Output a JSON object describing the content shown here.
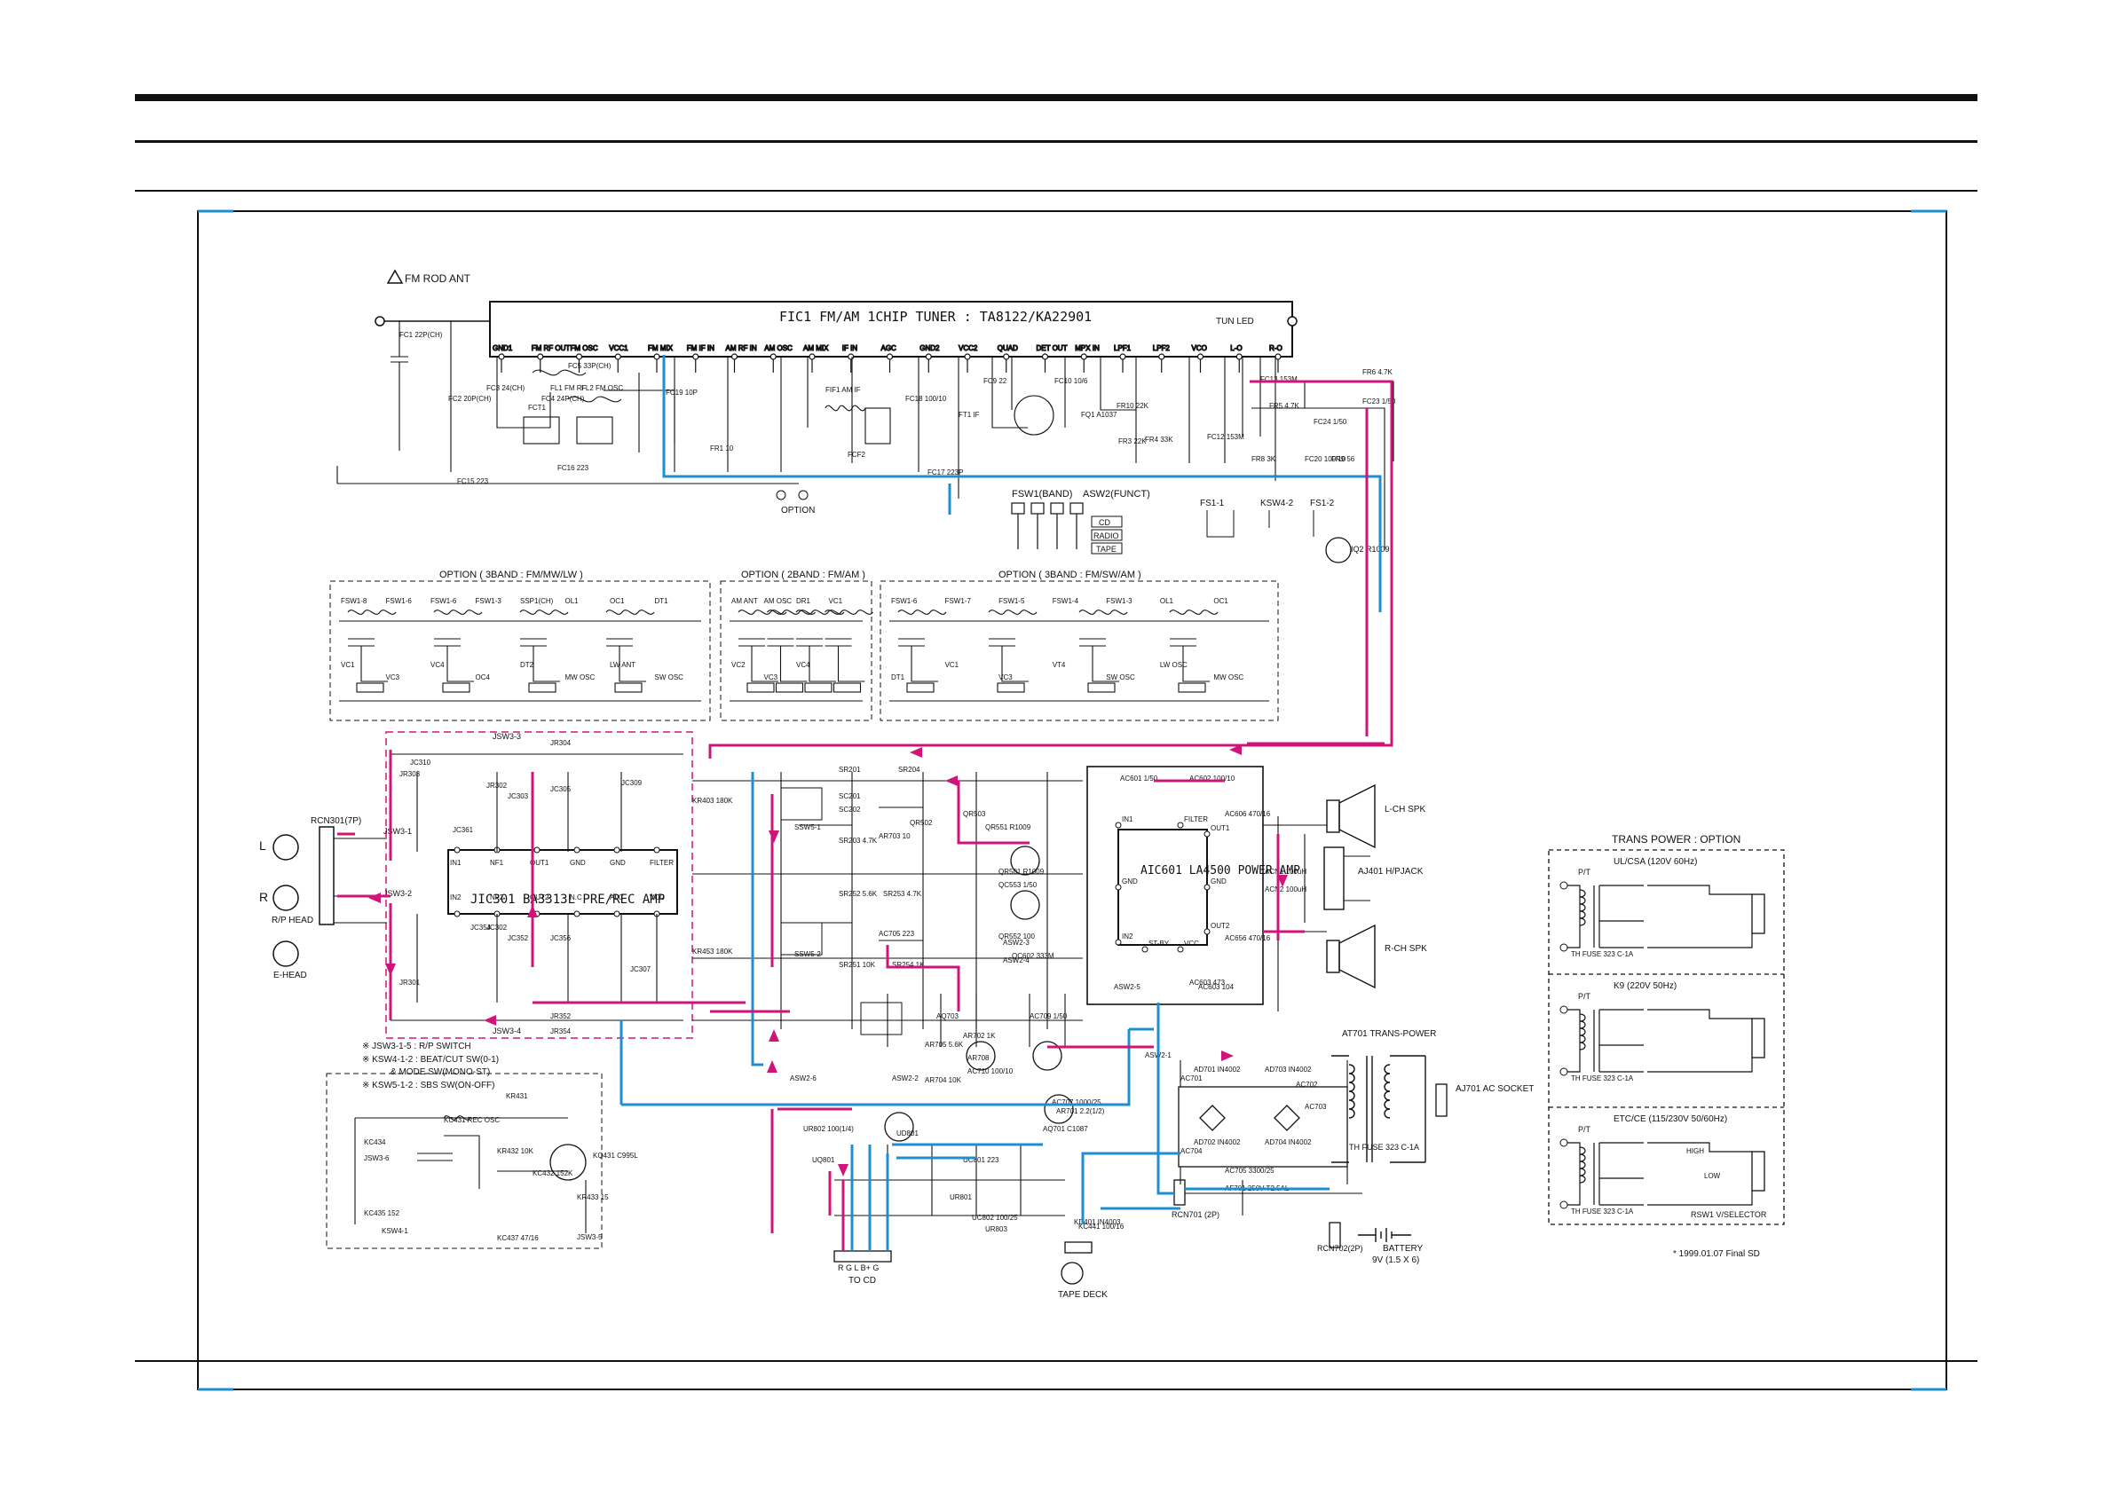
{
  "colors": {
    "ink": "#111111",
    "blue_trace": "#1d8fd0",
    "magenta_trace": "#d0157a",
    "paper": "#ffffff"
  },
  "tuner": {
    "antenna_label": "FM ROD ANT",
    "chip_title": "FIC1 FM/AM 1CHIP TUNER : TA8122/KA22901",
    "tun_led_label": "TUN LED",
    "option_label": "OPTION",
    "pins": [
      "GND1",
      "FM RF OUT",
      "FM OSC",
      "VCC1",
      "FM MIX",
      "FM IF IN",
      "AM RF IN",
      "AM OSC",
      "AM MIX",
      "IF IN",
      "AGC",
      "GND2",
      "VCC2",
      "QUAD",
      "DET OUT",
      "MPX IN",
      "LPF1",
      "LPF2",
      "VCO",
      "L-O",
      "R-O"
    ],
    "components": [
      "FC1 22P(CH)",
      "FC2 20P(CH)",
      "FC3 24(CH)",
      "FCT1",
      "FC4 24P(CH)",
      "FL1 FM RF",
      "FL2 FM OSC",
      "FC5 33P(CH)",
      "FC16 223",
      "FC15 223",
      "FC19 10P",
      "FR1 10",
      "FIF1 AM IF",
      "FCF2",
      "FC17 223P",
      "FC18 100/10",
      "FT1 IF",
      "FC9 22",
      "FC10 10/6",
      "FQ1 A1037",
      "FR3 22K",
      "FR4 33K",
      "FR10 22K",
      "FC12 153M",
      "FC13 153M",
      "FR5 4.7K",
      "FR6 4.7K",
      "FC23 1/50",
      "FC24 1/50",
      "FR8 3K",
      "FC20 100/10",
      "FR9 56"
    ]
  },
  "switches": {
    "fsw_label": "FSW1(BAND)",
    "asw_label": "ASW2(FUNCT)",
    "modes": [
      "CD",
      "RADIO",
      "TAPE"
    ],
    "fs1_1": "FS1-1",
    "fs1_2": "FS1-2",
    "ksw4_2": "KSW4-2",
    "iq2": "IQ2 R1009"
  },
  "options": [
    {
      "title": "OPTION ( 3BAND : FM/MW/LW )",
      "labels": [
        "FSW1-8",
        "FSW1-6",
        "FSW1-6",
        "FSW1-3",
        "SSP1(CH)",
        "OL1",
        "OC1",
        "DT1",
        "VC1",
        "VC3",
        "VC4",
        "OC4",
        "DT2",
        "MW OSC",
        "LW ANT",
        "SW OSC"
      ]
    },
    {
      "title": "OPTION ( 2BAND : FM/AM )",
      "labels": [
        "AM ANT",
        "AM OSC",
        "DR1",
        "VC1",
        "VC2",
        "VC3",
        "VC4"
      ]
    },
    {
      "title": "OPTION ( 3BAND : FM/SW/AM )",
      "labels": [
        "FSW1-6",
        "FSW1-7",
        "FSW1-5",
        "FSW1-4",
        "FSW1-3",
        "OL1",
        "OC1",
        "DT1",
        "VC1",
        "VC3",
        "VT4",
        "SW OSC",
        "LW OSC",
        "MW OSC"
      ]
    }
  ],
  "preamp": {
    "chip_label": "JIC301  BA3313L PRE/REC AMP",
    "pins": [
      "IN1",
      "NF1",
      "OUT1",
      "GND",
      "GND",
      "FILTER",
      "IN2",
      "NF2",
      "OUT2",
      "N.C",
      "ALC",
      "VCC"
    ],
    "connector": "RCN301(7P)",
    "left": "L",
    "right": "R",
    "rp_head": "R/P HEAD",
    "e_head": "E-HEAD",
    "jsw_labels": [
      "JSW3-3",
      "JSW3-1",
      "JSW3-2",
      "JSW3-4"
    ],
    "components": [
      "JR304",
      "JR302",
      "JC303",
      "JC305",
      "JC310",
      "JC361",
      "JC302",
      "JC352",
      "JC354",
      "JC356",
      "JR352",
      "JR354",
      "JC309",
      "JC307",
      "JR301",
      "JR303"
    ]
  },
  "notes": [
    "※ JSW3-1-5 : R/P SWITCH",
    "※ KSW4-1-2 : BEAT/CUT SW(0-1)",
    "& MODE SW(MONO-ST)",
    "※ KSW5-1-2 : SBS SW(ON-OFF)"
  ],
  "poweramp": {
    "chip_label": "AIC601 LA4500 POWER AMP",
    "pins": [
      "IN1",
      "GND",
      "IN2",
      "ST-BY",
      "VCC",
      "OUT2",
      "OUT1",
      "FILTER",
      "GND"
    ],
    "lch_spk": "L-CH SPK",
    "rch_spk": "R-CH SPK",
    "hp_jack": "AJ401 H/PJACK",
    "components": [
      "AC601 1/50",
      "AC602 100/10",
      "AC603 104",
      "AC606 470/16",
      "AC656 470/16",
      "ACN1 100uH",
      "ACN2 100uH",
      "AC603 473",
      "KR403 180K",
      "KR453 180K",
      "SR201",
      "SR204",
      "SC201",
      "SC202",
      "SR203 4.7K",
      "SR252 5.6K",
      "SR253 4.7K",
      "SR251 10K",
      "SR254 1K",
      "QC602 333M",
      "QR502",
      "QR503",
      "QR551 R1009",
      "QR501 R1009",
      "QC553 1/50",
      "QR552 100",
      "ASW2-3",
      "ASW2-4",
      "SSW5-1",
      "SSW5-2",
      "AR703 10",
      "AC705 223",
      "AC709 1/50"
    ]
  },
  "recosc": {
    "components": [
      "KR431",
      "KC431 REC OSC",
      "KR432 10K",
      "KC432 152K",
      "KQ431 C995L",
      "KR433 15",
      "KC434",
      "KC435 152",
      "KC437 47/16",
      "KSW4-1",
      "JSW3-6",
      "JSW3-5"
    ]
  },
  "regulator": {
    "components": [
      "AR705 5.6K",
      "AR704 10K",
      "AQ703",
      "AR702 1K",
      "AR708",
      "AC710 100/10",
      "AQ701 C1087",
      "AR701 2.2(1/2)",
      "AC707 1000/25",
      "ASW2-2",
      "ASW2-1",
      "ASW2-5",
      "ASW2-6",
      "UR801",
      "UR802 100(1/4)",
      "UC801 223",
      "UC802 100/25",
      "UR803",
      "UQ801",
      "UD801",
      "KC441 100/16"
    ],
    "to_cd": "TO CD",
    "to_cd_pins": "R G L B+ G",
    "tape_deck": "TAPE DECK"
  },
  "power": {
    "transformer": "AT701 TRANS-POWER",
    "socket": "AJ701 AC SOCKET",
    "diodes": [
      "AD701 IN4002",
      "AD702 IN4002",
      "AD703 IN4002",
      "AD704 IN4002"
    ],
    "caps": [
      "AC701",
      "AC702",
      "AC703",
      "AC704",
      "AC705 3300/25",
      "AF701 250V T2.5AL"
    ],
    "fuse_note": "TH FUSE 323 C-1A",
    "rcn701": "RCN701 (2P)",
    "rcn702": "RCN702(2P)",
    "battery": "BATTERY",
    "battery_spec": "9V (1.5 X 6)",
    "kd401": "KD401 IN4003"
  },
  "trans_option": {
    "title": "TRANS POWER : OPTION",
    "boxes": [
      {
        "label": "UL/CSA (120V 60Hz)",
        "fuse": "TH FUSE 323 C-1A"
      },
      {
        "label": "K9 (220V 50Hz)",
        "fuse": "TH FUSE 323 C-1A"
      },
      {
        "label": "ETC/CE (115/230V 50/60Hz)",
        "fuse": "TH FUSE 323 C-1A"
      }
    ],
    "pt_label": "P/T",
    "selector": "RSW1 V/SELECTOR",
    "high": "HIGH",
    "low": "LOW"
  },
  "footer_note": "* 1999.01.07 Final SD"
}
